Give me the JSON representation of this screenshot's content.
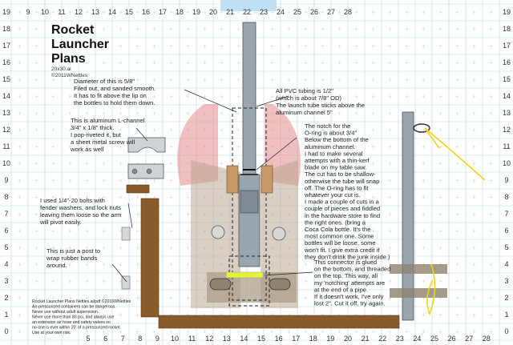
{
  "title": {
    "lines": [
      "Rocket",
      "Launcher",
      "Plans"
    ],
    "subtitle": [
      "20x30.ai",
      "©2011WNettles"
    ]
  },
  "notes": [
    {
      "name": "note-diameter",
      "lines": [
        "Diameter of this is 5/8\"",
        "Filed out, and sanded smooth.",
        "It has to fit above the lip on",
        "the bottles to hold them down."
      ]
    },
    {
      "name": "note-aluminum",
      "lines": [
        "This is aluminum L-channel",
        "3/4\" x 1/8\" thick.",
        "I pop-riveted it, but",
        "a sheet metal screw will",
        "work as well"
      ]
    },
    {
      "name": "note-bolts",
      "lines": [
        "I used 1/4\"-20 bolts with",
        "fender washers, and lock nuts",
        "leaving them loose so the arm",
        "will pivot easily."
      ]
    },
    {
      "name": "note-post",
      "lines": [
        "This is just a post to",
        "wrap rubber bands",
        "around."
      ]
    },
    {
      "name": "note-pvc",
      "lines": [
        "All PVC tubing is 1/2\"",
        "(which is about 7/8\" OD)",
        "The launch tube sticks above the",
        "aluminum channel 5\""
      ]
    },
    {
      "name": "note-notch",
      "lines": [
        "The notch for the",
        "O-ring is about 3/4\"",
        "Below the bottom of the",
        "aluminum channel.",
        "I had to make several",
        "attempts with a thin-kerf",
        "blade on my table saw.",
        "The cut has to be shallow-",
        "otherwise the tube will snap",
        "off. The O-ring has to fit",
        "whatever your cut is.",
        "I made a couple of cuts in a",
        "couple of pieces and fiddled",
        "in the hardware store to find",
        "the right ones. (bring a",
        "Coca Cola bottle. It's the",
        "most common one. Some",
        "bottles will be loose, some",
        "won't fit. I give extra credit if",
        "they don't drink the junk inside.)"
      ]
    },
    {
      "name": "note-connector",
      "lines": [
        "This connector is glued",
        "on the bottom, and threaded",
        "on the top. This way, all",
        "my 'notching' attempts are",
        "at the end of a pipe.",
        "If it doesn't work, I've only",
        "lost 2\". Cut it off, try again."
      ]
    }
  ],
  "disclaimer": [
    "Rocket Launcher Plans Nettles.ai/pdf ©2016WNettles",
    "Air-pressurized containers can be dangerous.",
    "Never use without adult supervision.",
    "Never use more than 80 psi, and always use",
    "an extension air hose and safety valves so",
    "no one is ever within 20' of a pressurized rocket.",
    "Use at your own risk."
  ],
  "ruler_top": [
    "9",
    "10",
    "11",
    "12",
    "13",
    "14",
    "15",
    "16",
    "17",
    "18",
    "19",
    "20",
    "21",
    "22",
    "23",
    "24",
    "25",
    "26",
    "27",
    "28"
  ],
  "ruler_bottom": [
    "5",
    "6",
    "7",
    "8",
    "9",
    "10",
    "11",
    "12",
    "13",
    "14",
    "15",
    "16",
    "17",
    "18",
    "19",
    "20",
    "21",
    "22",
    "23",
    "24",
    "25",
    "26",
    "27",
    "28"
  ],
  "ruler_left": [
    "19",
    "18",
    "17",
    "16",
    "15",
    "14",
    "13",
    "12",
    "11",
    "10",
    "9",
    "8",
    "7",
    "6",
    "5",
    "4",
    "3",
    "2",
    "1",
    "0"
  ],
  "ruler_right": [
    "19",
    "18",
    "17",
    "16",
    "15",
    "14",
    "13",
    "12",
    "11",
    "10",
    "9",
    "8",
    "7",
    "6",
    "5",
    "4",
    "3",
    "2",
    "1",
    "0"
  ],
  "colors": {
    "grid": "#b9dbe6",
    "wood": "#8b5a2b",
    "wood_light": "#c89a6a",
    "tan": "#b9a892",
    "pvc": "#9aa5ad",
    "pink": "#e38a8a",
    "aluminum": "#cfd3d6",
    "oring": "#e5f23a",
    "rope": "#f2d21b",
    "sky": "#bfe0f5"
  }
}
